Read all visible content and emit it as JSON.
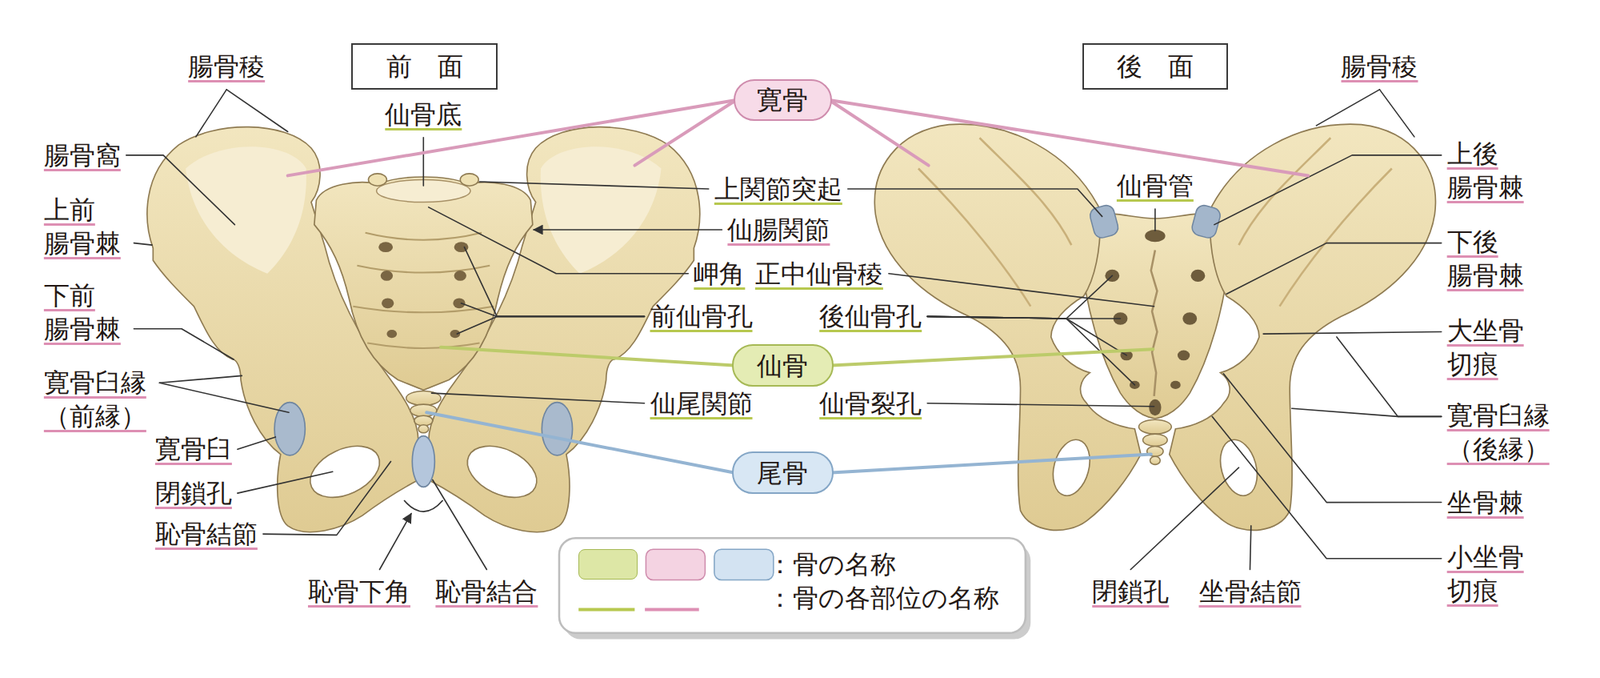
{
  "diagram": {
    "nodes": [
      {
        "text": [
          "前　面"
        ]
      },
      {
        "text": [
          "後　面"
        ]
      },
      {
        "text": [
          "寛骨"
        ]
      },
      {
        "text": [
          "仙骨"
        ]
      },
      {
        "text": [
          "尾骨"
        ]
      }
    ],
    "labels": [
      "腸骨稜",
      "腸骨窩",
      "上前 腸骨棘",
      "下前 腸骨棘",
      "寛骨臼縁 （前縁）",
      "寛骨臼",
      "閉鎖孔",
      "恥骨結節",
      "恥骨下角",
      "恥骨結合",
      "仙骨底",
      "上関節突起",
      "仙腸関節",
      "岬角",
      "正中仙骨稜",
      "前仙骨孔",
      "後仙骨孔",
      "仙尾関節",
      "仙骨裂孔",
      "仙骨管",
      "腸骨稜",
      "上後 腸骨棘",
      "下後 腸骨棘",
      "大坐骨 切痕",
      "寛骨臼縁 （後縁）",
      "坐骨棘",
      "小坐骨 切痕",
      "閉鎖孔",
      "坐骨結節"
    ],
    "legend": [
      {
        "text": "：骨の名称",
        "color": "#dde7a6"
      },
      {
        "text": "：骨の各部位の名称"
      }
    ]
  }
}
